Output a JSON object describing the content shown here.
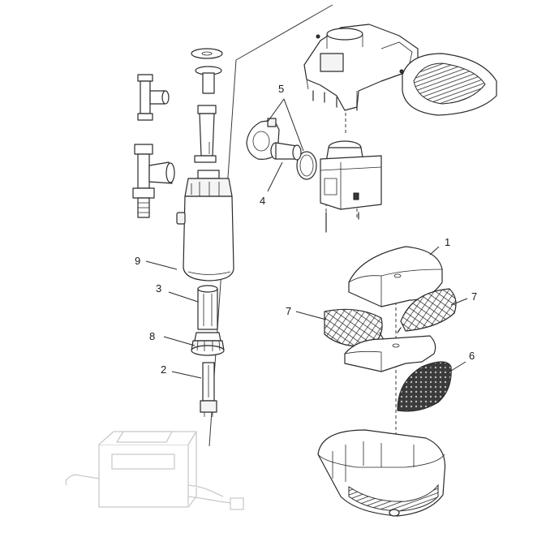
{
  "callouts": [
    {
      "id": "1",
      "text": "1"
    },
    {
      "id": "2",
      "text": "2"
    },
    {
      "id": "3",
      "text": "3"
    },
    {
      "id": "4",
      "text": "4"
    },
    {
      "id": "5",
      "text": "5"
    },
    {
      "id": "6",
      "text": "6"
    },
    {
      "id": "7a",
      "text": "7"
    },
    {
      "id": "7b",
      "text": "7"
    },
    {
      "id": "8",
      "text": "8"
    },
    {
      "id": "9",
      "text": "9"
    }
  ]
}
